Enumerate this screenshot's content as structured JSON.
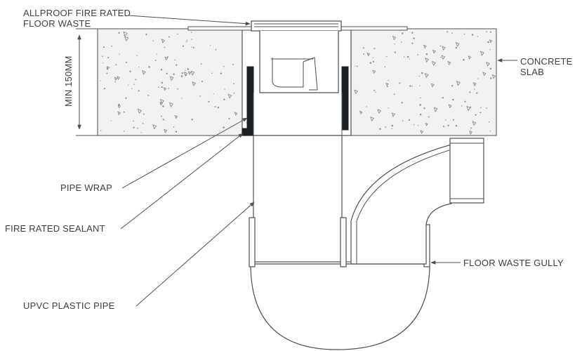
{
  "labels": {
    "floor_waste_line1": "ALLPROOF FIRE RATED",
    "floor_waste_line2": "FLOOR WASTE",
    "concrete_line1": "CONCRETE",
    "concrete_line2": "SLAB",
    "min_depth": "MIN 150MM",
    "pipe_wrap": "PIPE WRAP",
    "fire_sealant": "FIRE RATED SEALANT",
    "upvc_pipe": "UPVC PLASTIC PIPE",
    "gully": "FLOOR WASTE GULLY"
  },
  "colors": {
    "line": "#4a4f55",
    "slab_fill": "#f1f2f1",
    "sealant": "#1e2124",
    "text": "#3a3f45"
  }
}
